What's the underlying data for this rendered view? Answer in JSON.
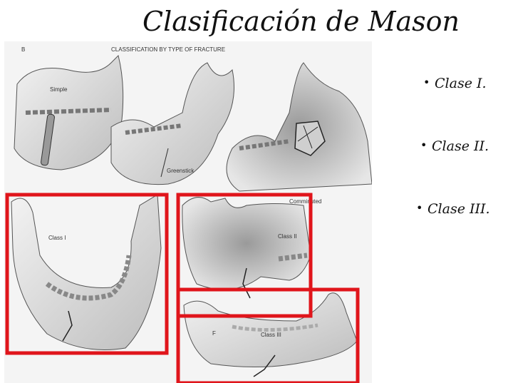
{
  "slide": {
    "title": "Clasificación  de Mason"
  },
  "figure": {
    "panel_letter": "B",
    "caption": "CLASSIFICATION BY TYPE OF FRACTURE",
    "labels": {
      "simple": "Simple",
      "greenstick": "Greenstick",
      "comminuted": "Comminuted",
      "class_i": "Class I",
      "class_ii": "Class II",
      "class_iii": "Class III",
      "f": "F"
    },
    "highlight_color": "#e0151b"
  },
  "bullets": [
    "Clase I.",
    "Clase II.",
    "Clase III."
  ]
}
